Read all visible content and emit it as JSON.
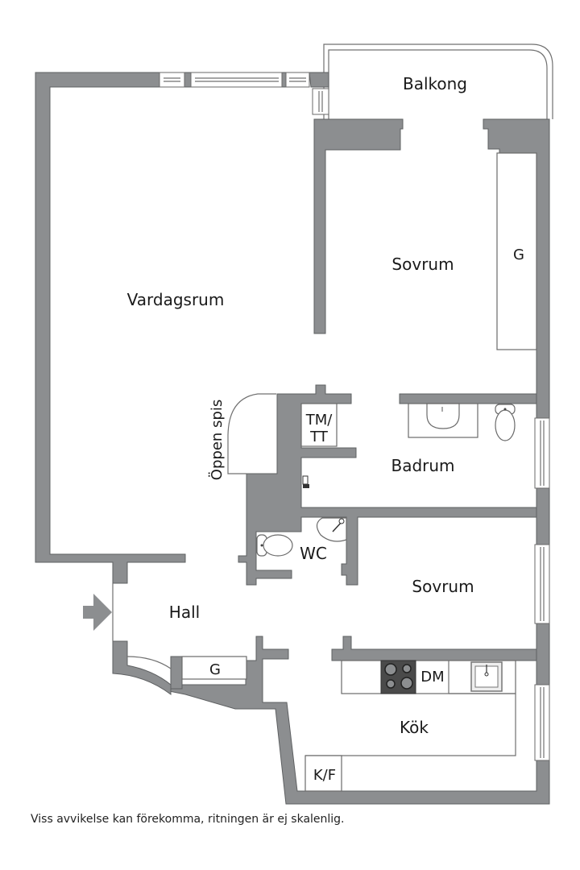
{
  "plan": {
    "rooms": {
      "balkong": "Balkong",
      "vardagsrum": "Vardagsrum",
      "sovrum_top": "Sovrum",
      "sovrum_mid": "Sovrum",
      "badrum": "Badrum",
      "wc": "WC",
      "hall": "Hall",
      "kok": "Kök"
    },
    "fixtures": {
      "garderob_sovrum": "G",
      "garderob_hall": "G",
      "tm_line1": "TM/",
      "tm_line2": "TT",
      "oppen_spis": "Öppen spis",
      "dm": "DM",
      "kf": "K/F"
    },
    "colors": {
      "wall": "#8c8e90",
      "stove": "#4a4a4a",
      "background": "#ffffff"
    }
  },
  "disclaimer": "Viss avvikelse kan förekomma, ritningen är ej skalenlig."
}
